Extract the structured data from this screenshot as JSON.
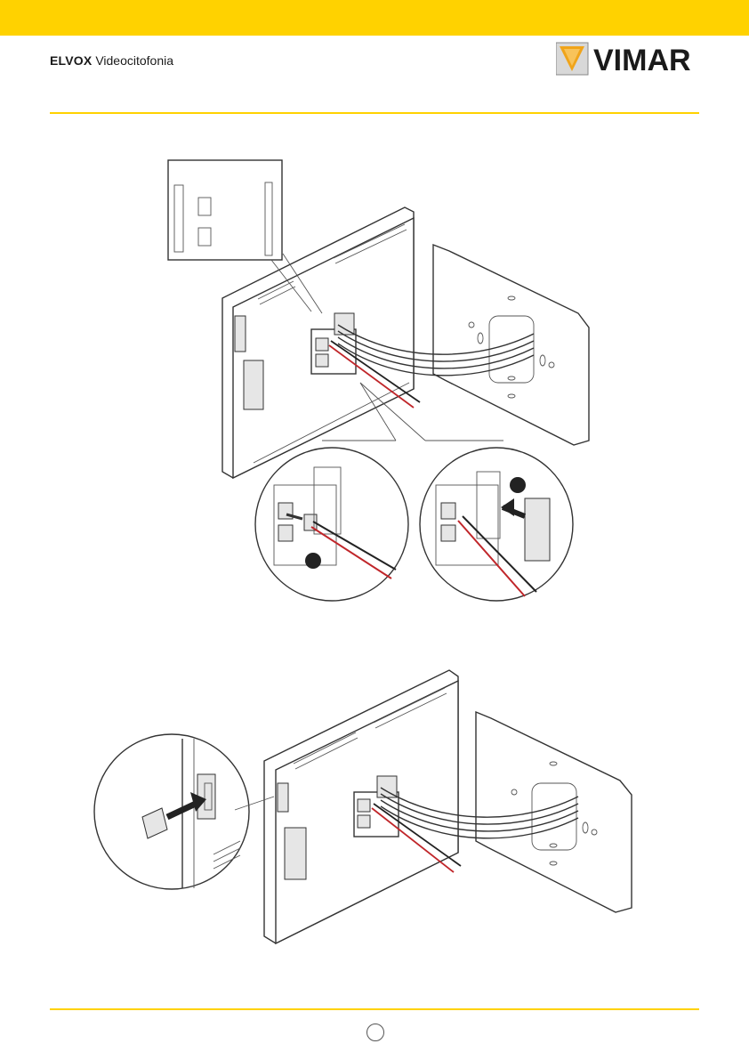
{
  "header": {
    "brand_bold": "ELVOX",
    "brand_sub": "Videocitofonia",
    "logo_text": "VIMAR",
    "accent_color": "#ffd200"
  },
  "figures": {
    "step_markers": [
      "",
      ""
    ]
  },
  "footer": {
    "page_number": ""
  }
}
